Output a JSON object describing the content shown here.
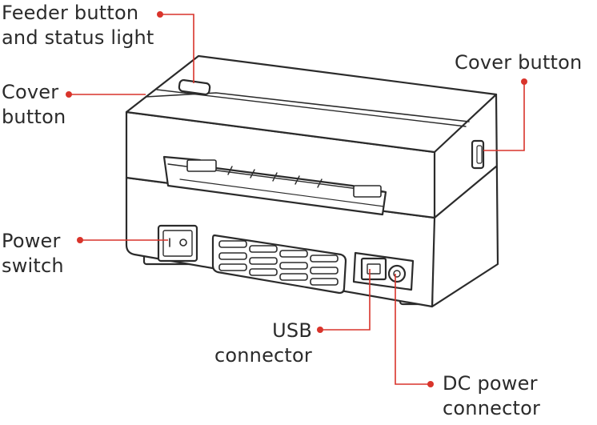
{
  "colors": {
    "callout": "#d9342b",
    "outline": "#2b2b2b",
    "fill": "#ffffff",
    "shade": "#e9e9e9"
  },
  "callouts": {
    "feeder": {
      "line1": "Feeder button",
      "line2": "and status light"
    },
    "cover_left": {
      "line1": "Cover",
      "line2": "button"
    },
    "cover_right": {
      "line1": "Cover button"
    },
    "power": {
      "line1": "Power",
      "line2": "switch"
    },
    "usb": {
      "line1": "USB",
      "line2": "connector"
    },
    "dc": {
      "line1": "DC power",
      "line2": "connector"
    }
  },
  "icons": {
    "printer": "thermal-label-printer-illustration",
    "power_symbol_on": "I",
    "power_symbol_off": "O"
  }
}
